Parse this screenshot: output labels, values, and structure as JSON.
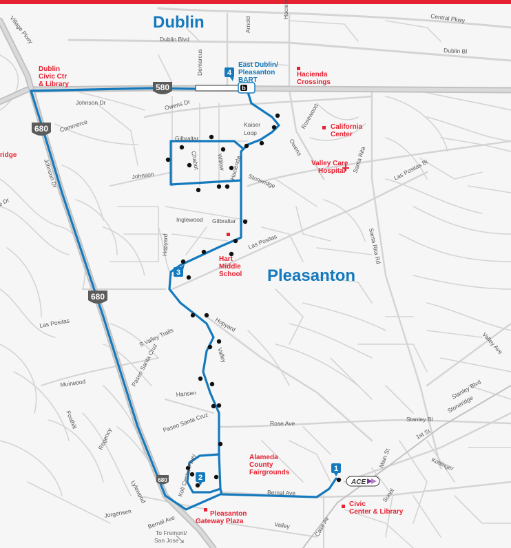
{
  "colors": {
    "route": "#1479bd",
    "poi": "#e52232",
    "road": "#d4d4d4",
    "highway": "#c2c2c2",
    "stop": "#111111"
  },
  "cities": [
    {
      "id": "dublin",
      "text": "Dublin"
    },
    {
      "id": "pleasanton",
      "text": "Pleasanton"
    }
  ],
  "highways": [
    {
      "id": "i580",
      "text": "580"
    },
    {
      "id": "i680-north",
      "text": "680"
    },
    {
      "id": "i680-mid",
      "text": "680"
    },
    {
      "id": "i680-south",
      "text": "680"
    }
  ],
  "streets": [
    "Central Pkwy",
    "Dublin Blvd",
    "Dublin Bl",
    "Arnold",
    "Hacienda",
    "Demarcus",
    "Village Pkwy",
    "Johnson Dr",
    "Commerce",
    "Owens Dr",
    "Kaiser",
    "Loop",
    "Rosewood",
    "Owens",
    "Gilbraltar",
    "Chabot",
    "Willow",
    "Hacienda",
    "Johnson",
    "Stoneridge",
    "Santa Rita",
    "Las Positas Bl",
    "Inglewood",
    "Gilbraltar",
    "Hopyard",
    "Las Positas",
    "Santa Rita Rd",
    "Las Positas",
    "Hopyard",
    "S Valley Trails",
    "Valley",
    "Paseo Santa Cruz",
    "Hansen",
    "Paseo Santa Cruz",
    "Muirwood",
    "Foothill",
    "Regency",
    "Rose Ave",
    "Stanley Bl",
    "Stoneridge",
    "Stanley Blvd",
    "1st St",
    "Main St",
    "Valley Ave",
    "Kottinger",
    "Sunol",
    "Bernal Ave",
    "Lylewood",
    "Jorgensen",
    "Bernal Ave",
    "Valley",
    "Case Av",
    "Koll Center Pkwy",
    "ridge",
    "e Dr",
    "Johnson Dr"
  ],
  "pois": [
    {
      "id": "dublin-civic",
      "lines": [
        "Dublin",
        "Civic Ctr",
        "& Library"
      ]
    },
    {
      "id": "hacienda-crossings",
      "lines": [
        "Hacienda",
        "Crossings"
      ]
    },
    {
      "id": "california-center",
      "lines": [
        "California",
        "Center"
      ]
    },
    {
      "id": "valley-care",
      "lines": [
        "Valley Care",
        "Hospital"
      ]
    },
    {
      "id": "hart-middle",
      "lines": [
        "Hart",
        "Middle",
        "School"
      ]
    },
    {
      "id": "fairgrounds",
      "lines": [
        "Alameda",
        "County",
        "Fairgrounds"
      ]
    },
    {
      "id": "civic-center",
      "lines": [
        "Civic",
        "Center & Library"
      ]
    },
    {
      "id": "gateway-plaza",
      "lines": [
        "Pleasanton",
        "Gateway Plaza"
      ]
    }
  ],
  "bart": {
    "lines": [
      "East Dublin/",
      "Pleasanton",
      "BART"
    ],
    "logo": "b"
  },
  "ace": {
    "text": "ACE"
  },
  "timepoints": [
    "1",
    "2",
    "3",
    "4"
  ],
  "destination": {
    "lines": [
      "To Fremont/",
      "San Jose"
    ]
  }
}
